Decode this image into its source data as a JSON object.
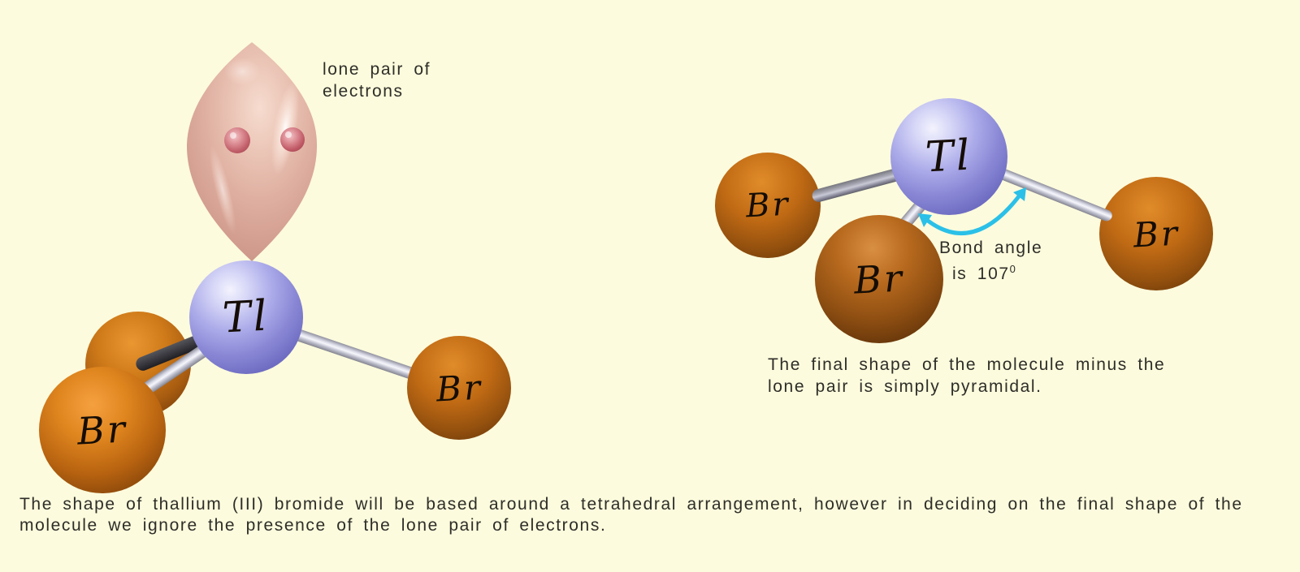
{
  "atom_symbols": {
    "thallium": "Tl",
    "bromine": "Br"
  },
  "annotations": {
    "lone_pair_line1": "lone pair of",
    "lone_pair_line2": "electrons",
    "bond_angle_line1": "Bond angle",
    "bond_angle_line2": "is 107",
    "bond_angle_degree": "0"
  },
  "captions": {
    "right_caption": "The final shape of the molecule minus the lone pair is simply pyramidal.",
    "bottom_caption": "The shape of thallium (III) bromide will be based around a tetrahedral arrangement, however in deciding on the final shape of the molecule we ignore the presence of the lone pair of electrons."
  },
  "colors": {
    "background": "#fcfbdd",
    "thallium_sphere": "#8886d4",
    "bromine_sphere": "#b86310",
    "bromine_sphere_dark": "#8f4f12",
    "lone_pair_lobe": "#dcab9d",
    "electron_dot": "#c05a66",
    "bond_silver": "#d9dae6",
    "bond_dark": "#3a3a40",
    "angle_arrow": "#2bc0e8",
    "text": "#2e2e29"
  }
}
